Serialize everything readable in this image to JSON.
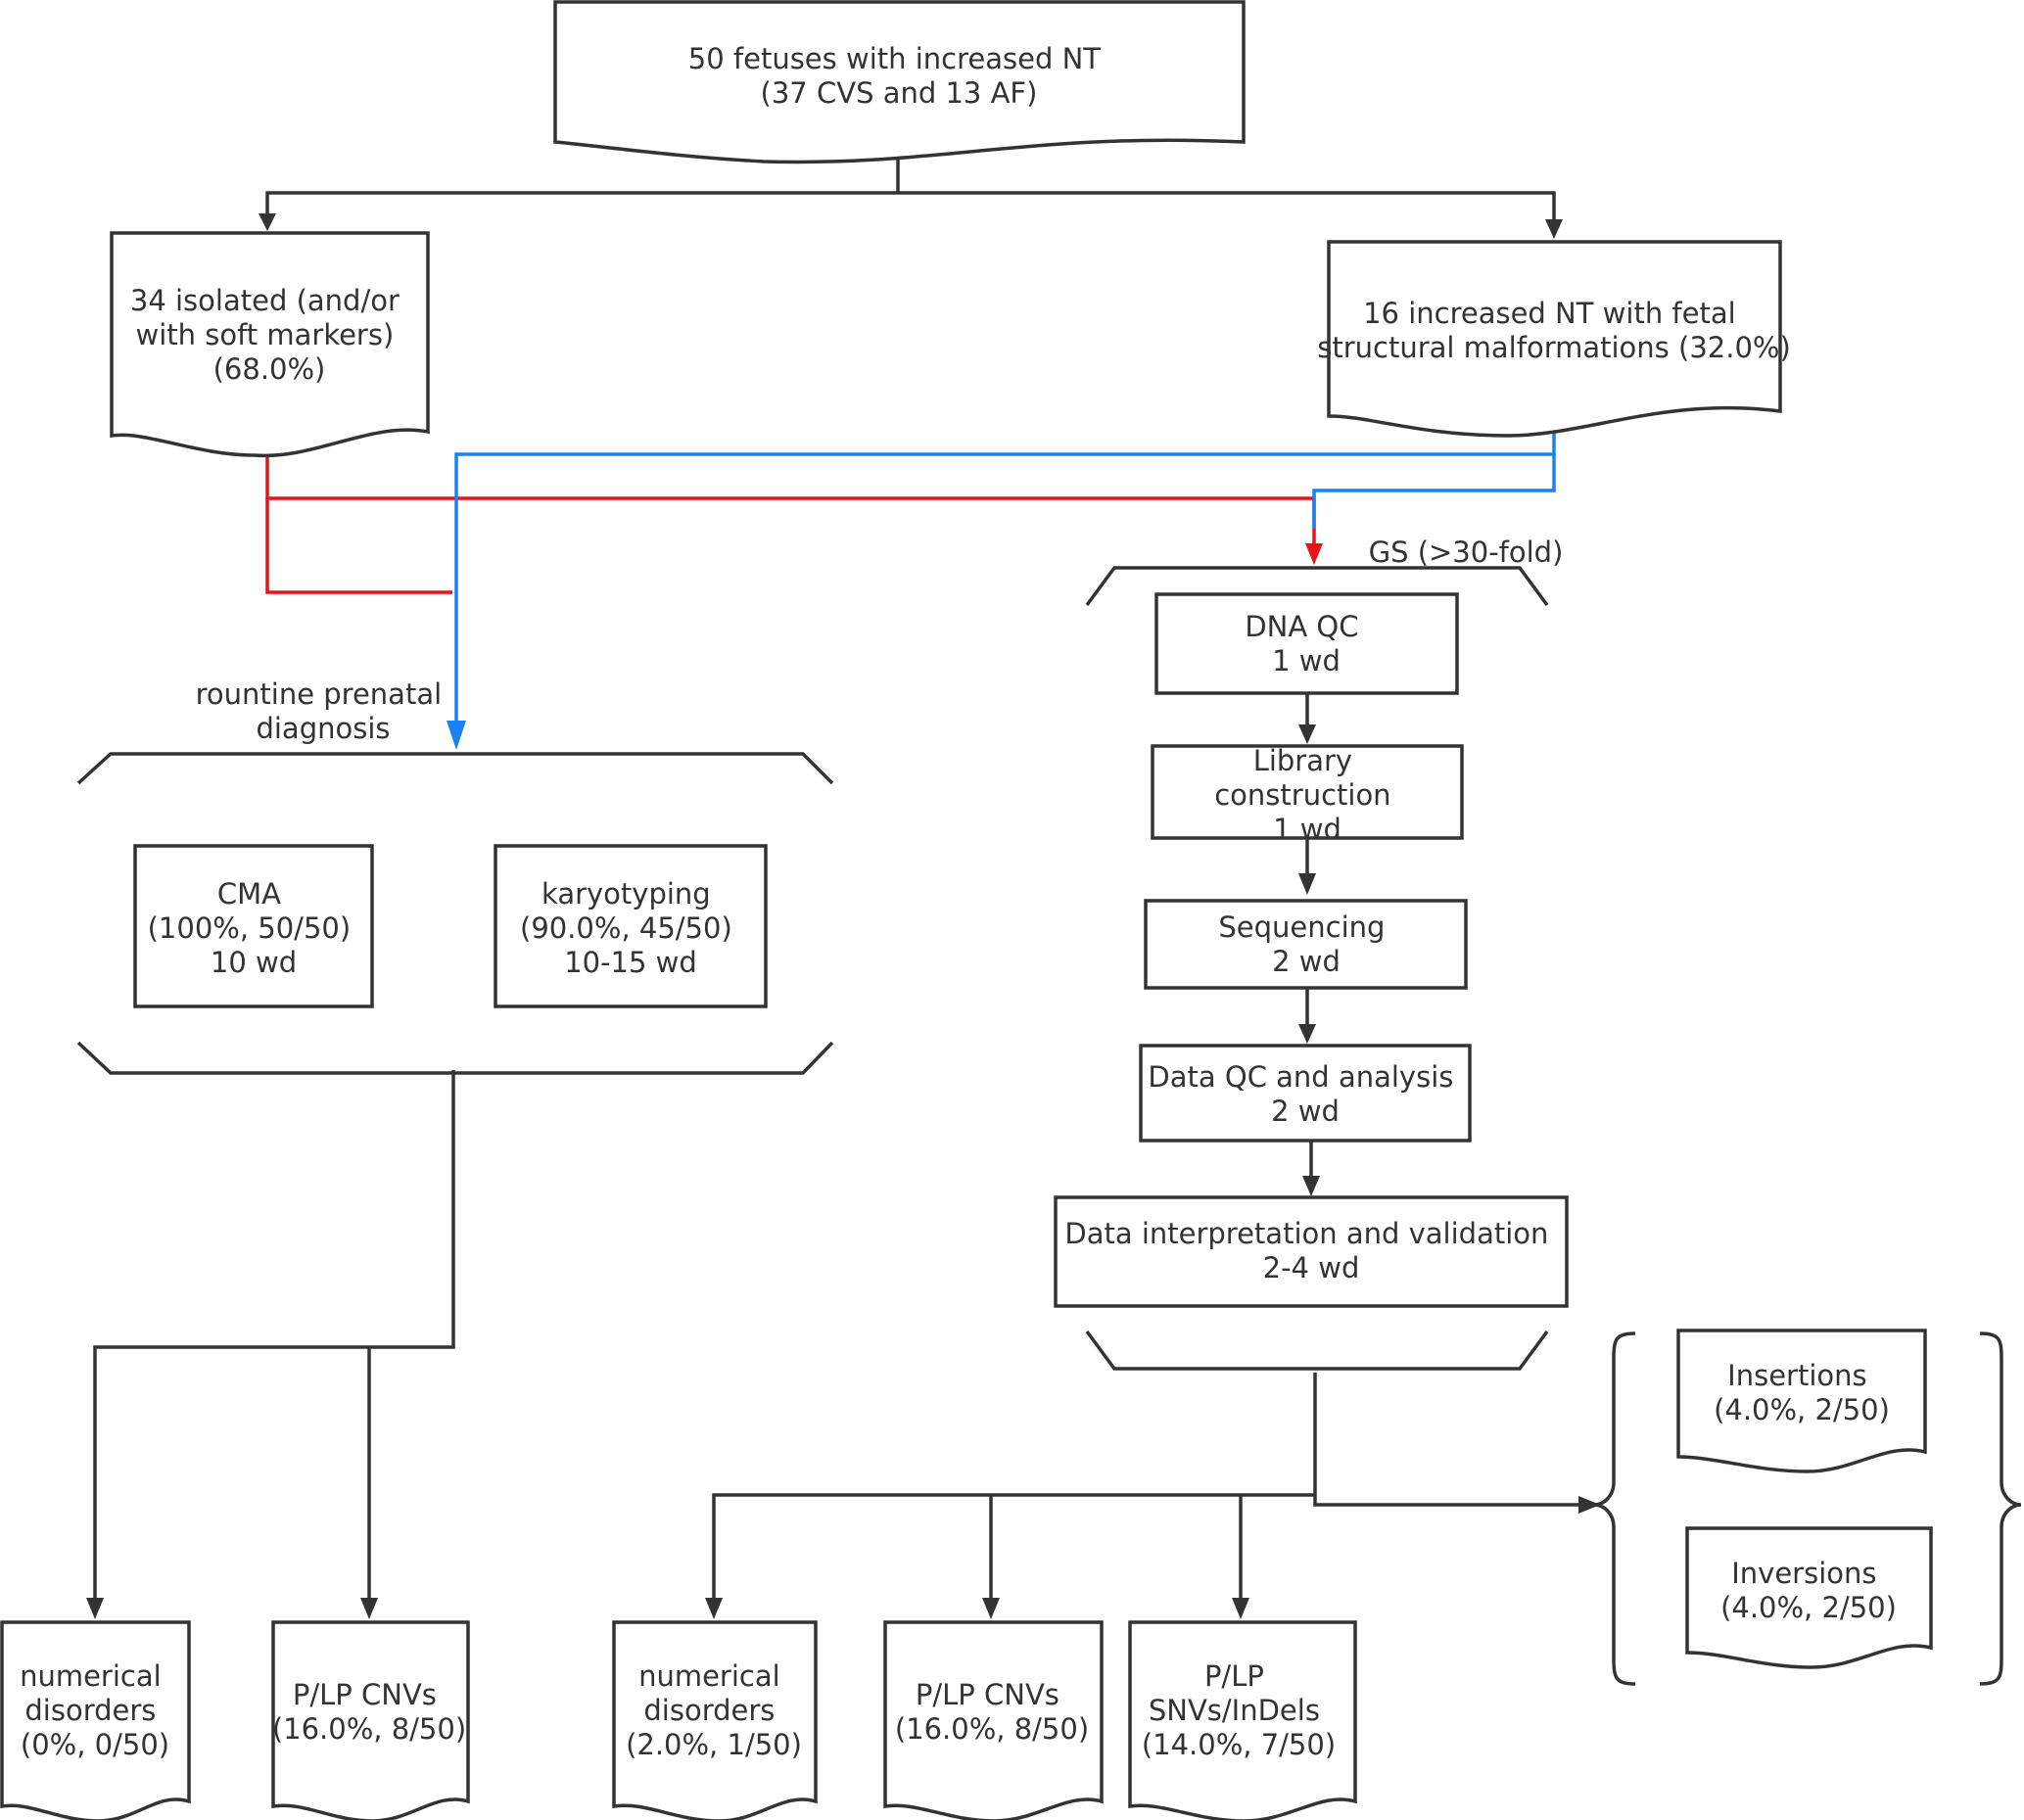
{
  "nodes": {
    "root": [
      "50 fetuses with increased NT",
      "(37 CVS and 13 AF)"
    ],
    "isolated": [
      "34 isolated (and/or",
      "with soft markers)",
      "(68.0%)"
    ],
    "malformation": [
      "16 increased NT with fetal",
      "structural malformations (32.0%)"
    ],
    "routine_label": [
      "rountine prenatal",
      "diagnosis"
    ],
    "cma": [
      "CMA",
      "(100%, 50/50)",
      "10 wd"
    ],
    "karyotyping": [
      "karyotyping",
      "(90.0%, 45/50)",
      "10-15 wd"
    ],
    "gs_label": [
      "GS (>30-fold)"
    ],
    "dna_qc": [
      "DNA QC",
      "1 wd"
    ],
    "library": [
      "Library",
      "construction",
      "1 wd"
    ],
    "sequencing": [
      "Sequencing",
      "2 wd"
    ],
    "data_qc": [
      "Data QC and analysis",
      "2 wd"
    ],
    "interpretation": [
      "Data interpretation and validation",
      "2-4 wd"
    ],
    "left_numerical": [
      "numerical",
      "disorders",
      "(0%, 0/50)"
    ],
    "left_cnv": [
      "P/LP CNVs",
      "(16.0%, 8/50)"
    ],
    "gs_numerical": [
      "numerical",
      "disorders",
      "(2.0%, 1/50)"
    ],
    "gs_cnv": [
      "P/LP CNVs",
      "(16.0%, 8/50)"
    ],
    "gs_snv": [
      "P/LP",
      "SNVs/InDels",
      "(14.0%, 7/50)"
    ],
    "insertions": [
      "Insertions",
      "(4.0%, 2/50)"
    ],
    "inversions": [
      "Inversions",
      "(4.0%, 2/50)"
    ]
  },
  "colors": {
    "line": "#333333",
    "isolated_path": "#e8141a",
    "malformation_path": "#1a82f0"
  }
}
